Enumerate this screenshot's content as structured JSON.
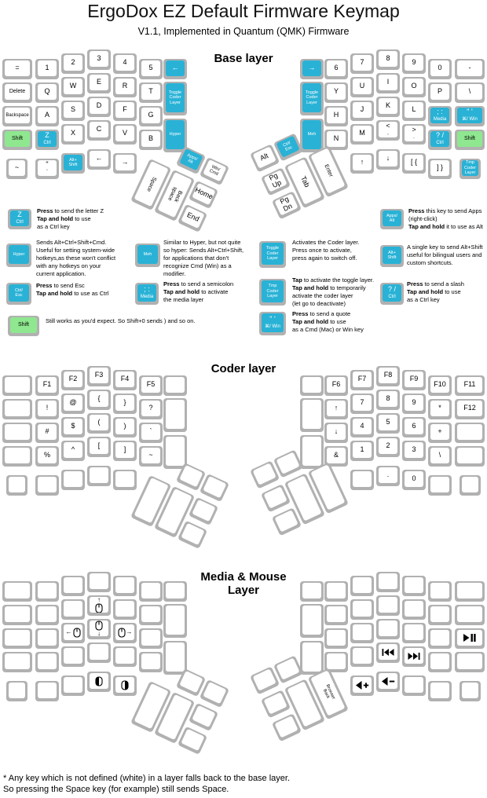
{
  "page": {
    "title": "ErgoDox EZ Default Firmware Keymap",
    "subtitle": "V1.1, Implemented in Quantum (QMK) Firmware",
    "footer_line1": "* Any key which is not defined (white) in a layer falls back to the base layer.",
    "footer_line2": "So pressing the Space key (for example) still sends Space."
  },
  "colors": {
    "special": "#29b2d6",
    "shift": "#8fe78f",
    "key_base": "#b1b1b1",
    "key_face": "#ffffff"
  },
  "layers": [
    {
      "id": "base",
      "title": "Base layer",
      "left": [
        {
          "m": "="
        },
        {
          "m": "1"
        },
        {
          "m": "2"
        },
        {
          "m": "3"
        },
        {
          "m": "4"
        },
        {
          "m": "5"
        },
        {
          "m": "←",
          "c": "blue"
        },
        {
          "m": "Delete"
        },
        {
          "m": "Q"
        },
        {
          "m": "W"
        },
        {
          "m": "E"
        },
        {
          "m": "R"
        },
        {
          "m": "T"
        },
        {
          "xs": "Toggle\nCoder\nLayer",
          "c": "blue"
        },
        {
          "m": "Backspace"
        },
        {
          "m": "A"
        },
        {
          "m": "S"
        },
        {
          "m": "D"
        },
        {
          "m": "F"
        },
        {
          "m": "G"
        },
        {
          "m": "Shift",
          "c": "green"
        },
        {
          "m": "Z",
          "s": "Ctrl",
          "c": "blue"
        },
        {
          "m": "X"
        },
        {
          "m": "C"
        },
        {
          "m": "V"
        },
        {
          "m": "B"
        },
        {
          "xs": "Hyper",
          "c": "blue"
        },
        {
          "m": "~"
        },
        {
          "m": "\"",
          "s": "'"
        },
        {
          "xs": "Alt+\nShift",
          "c": "blue"
        },
        {
          "m": "←"
        },
        {
          "m": "→"
        },
        {
          "xs": "Apps/\nAlt",
          "c": "blue"
        },
        {
          "xs": "Win/\nCmd"
        },
        {
          "m": "Space",
          "v": 1
        },
        {
          "m": "Back\nspace",
          "v": 1
        },
        {
          "m": "Home"
        },
        {
          "m": "End"
        }
      ],
      "right": [
        {
          "m": "→",
          "c": "blue"
        },
        {
          "m": "6"
        },
        {
          "m": "7"
        },
        {
          "m": "8"
        },
        {
          "m": "9"
        },
        {
          "m": "0"
        },
        {
          "m": "-"
        },
        {
          "xs": "Toggle\nCoder\nLayer",
          "c": "blue"
        },
        {
          "m": "Y"
        },
        {
          "m": "U"
        },
        {
          "m": "I"
        },
        {
          "m": "O"
        },
        {
          "m": "P"
        },
        {
          "m": "\\"
        },
        {
          "m": "H"
        },
        {
          "m": "J"
        },
        {
          "m": "K"
        },
        {
          "m": "L"
        },
        {
          "m": "; :",
          "s": "Media",
          "c": "blue"
        },
        {
          "m": "\" '",
          "s": "⌘/ Win",
          "c": "blue"
        },
        {
          "xs": "Meh",
          "c": "blue"
        },
        {
          "m": "N"
        },
        {
          "m": "M"
        },
        {
          "m": "<",
          "s": ","
        },
        {
          "m": ">",
          "s": "."
        },
        {
          "m": "? /",
          "s": "Ctrl",
          "c": "blue"
        },
        {
          "m": "Shift",
          "c": "green"
        },
        {
          "m": "↑"
        },
        {
          "m": "↓"
        },
        {
          "m": "[ {"
        },
        {
          "m": "] }"
        },
        {
          "xs": "Tmp\nCoder\nLayer",
          "c": "blue"
        },
        {
          "m": "Alt"
        },
        {
          "xs": "Ctrl/\nEsc",
          "c": "blue"
        },
        {
          "m": "Pg\nUp"
        },
        {
          "m": "Pg\nDn"
        },
        {
          "m": "Tab",
          "v": 1
        },
        {
          "m": "Enter",
          "v": 1
        }
      ]
    },
    {
      "id": "coder",
      "title": "Coder layer",
      "left": [
        {},
        {
          "m": "F1"
        },
        {
          "m": "F2"
        },
        {
          "m": "F3"
        },
        {
          "m": "F4"
        },
        {
          "m": "F5"
        },
        {},
        {},
        {
          "m": "!"
        },
        {
          "m": "@"
        },
        {
          "m": "{"
        },
        {
          "m": "}"
        },
        {
          "m": "?"
        },
        {},
        {},
        {
          "m": "#"
        },
        {
          "m": "$"
        },
        {
          "m": "("
        },
        {
          "m": ")"
        },
        {
          "m": "`"
        },
        {},
        {
          "m": "%"
        },
        {
          "m": "^"
        },
        {
          "m": "["
        },
        {
          "m": "]"
        },
        {
          "m": "~"
        },
        {},
        {},
        {},
        {},
        {},
        {},
        {},
        {},
        {},
        {},
        {},
        {}
      ],
      "right": [
        {},
        {
          "m": "F6"
        },
        {
          "m": "F7"
        },
        {
          "m": "F8"
        },
        {
          "m": "F9"
        },
        {
          "m": "F10"
        },
        {
          "m": "F11"
        },
        {},
        {
          "m": "↑"
        },
        {
          "m": "7"
        },
        {
          "m": "8"
        },
        {
          "m": "9"
        },
        {
          "m": "*"
        },
        {
          "m": "F12"
        },
        {
          "m": "↓"
        },
        {
          "m": "4"
        },
        {
          "m": "5"
        },
        {
          "m": "6"
        },
        {
          "m": "+"
        },
        {},
        {},
        {
          "m": "&"
        },
        {
          "m": "1"
        },
        {
          "m": "2"
        },
        {
          "m": "3"
        },
        {
          "m": "\\"
        },
        {},
        {},
        {
          "m": "."
        },
        {
          "m": "0"
        },
        {},
        {},
        {},
        {},
        {},
        {},
        {},
        {}
      ]
    },
    {
      "id": "media",
      "title": "Media & Mouse\nLayer",
      "left": [
        {},
        {},
        {},
        {},
        {},
        {},
        {},
        {},
        {},
        {},
        {
          "ic": "mouse-up"
        },
        {},
        {},
        {},
        {},
        {},
        {
          "ic": "mouse-left"
        },
        {
          "ic": "mouse-down"
        },
        {
          "ic": "mouse-right"
        },
        {},
        {},
        {},
        {},
        {},
        {},
        {},
        {},
        {},
        {},
        {},
        {
          "ic": "mouse-btn-left"
        },
        {
          "ic": "mouse-btn-right"
        },
        {},
        {},
        {},
        {},
        {},
        {}
      ],
      "right": [
        {},
        {},
        {},
        {},
        {},
        {},
        {},
        {},
        {},
        {},
        {},
        {},
        {},
        {},
        {},
        {},
        {},
        {},
        {},
        {
          "ic": "play-pause"
        },
        {},
        {},
        {},
        {
          "ic": "prev-track"
        },
        {
          "ic": "next-track"
        },
        {},
        {},
        {
          "ic": "vol-up"
        },
        {
          "ic": "vol-down"
        },
        {},
        {},
        {},
        {},
        {},
        {},
        {},
        {},
        {
          "xs": "Browser\nBack",
          "v": 1
        }
      ]
    }
  ],
  "legend": [
    {
      "key": {
        "m": "Z",
        "s": "Ctrl",
        "c": "blue"
      },
      "segments": [
        [
          1,
          "Press"
        ],
        [
          0,
          " to send the letter Z\n"
        ],
        [
          1,
          "Tap and hold"
        ],
        [
          0,
          " to use\nas a Ctrl key"
        ]
      ]
    },
    {
      "key": {
        "xs": "Apps/\nAlt",
        "c": "blue"
      },
      "segments": [
        [
          1,
          "Press"
        ],
        [
          0,
          " this key to send Apps\n(right-click)\n"
        ],
        [
          1,
          "Tap and hold"
        ],
        [
          0,
          " it to use as Alt"
        ]
      ]
    },
    {
      "key": {
        "xs": "Hyper",
        "c": "blue"
      },
      "segments": [
        [
          0,
          "Sends Alt+Ctrl+Shift+Cmd.\nUseful for setting system-wide\nhotkeys,as these won't conflict\nwith any hotkeys on your\ncurrent application."
        ]
      ]
    },
    {
      "key": {
        "xs": "Meh",
        "c": "blue"
      },
      "segments": [
        [
          0,
          "Similar to Hyper, but not quite\nso hyper: Sends Alt+Ctrl+Shift,\nfor applications that don't\nrecognize Cmd (Win) as a\nmodifier."
        ]
      ]
    },
    {
      "key": {
        "xs": "Toggle\nCoder\nLayer",
        "c": "blue"
      },
      "segments": [
        [
          0,
          "Activates the Coder layer.\nPress once to activate,\npress again to switch off."
        ]
      ]
    },
    {
      "key": {
        "xs": "Alt+\nShift",
        "c": "blue"
      },
      "segments": [
        [
          0,
          "A single key to send Alt+Shift\nuseful for bilingual users and\ncustom shortcuts."
        ]
      ]
    },
    {
      "key": {
        "xs": "Ctrl/\nEsc",
        "c": "blue"
      },
      "segments": [
        [
          1,
          "Press"
        ],
        [
          0,
          " to send Esc\n"
        ],
        [
          1,
          "Tap and hold"
        ],
        [
          0,
          " to use as Ctrl"
        ]
      ]
    },
    {
      "key": {
        "m": "; :",
        "s": "Media",
        "c": "blue"
      },
      "segments": [
        [
          1,
          "Press"
        ],
        [
          0,
          " to send a semicolon\n"
        ],
        [
          1,
          "Tap and hold"
        ],
        [
          0,
          " to activate\nthe media layer"
        ]
      ]
    },
    {
      "key": {
        "xs": "Tmp\nCoder\nLayer",
        "c": "blue"
      },
      "segments": [
        [
          1,
          "Tap"
        ],
        [
          0,
          " to activate the toggle layer.\n"
        ],
        [
          1,
          "Tap and hold"
        ],
        [
          0,
          " to temporarily\nactivate the coder layer\n(let go to deactivate)"
        ]
      ]
    },
    {
      "key": {
        "m": "? /",
        "s": "Ctrl",
        "c": "blue"
      },
      "segments": [
        [
          1,
          "Press"
        ],
        [
          0,
          " to send a slash\n"
        ],
        [
          1,
          "Tap and hold"
        ],
        [
          0,
          " to use\nas a Ctrl key"
        ]
      ]
    },
    {
      "key": {
        "m": "Shift",
        "c": "green"
      },
      "segments": [
        [
          0,
          "Still works as you'd expect. So Shift+0 sends ) and so on."
        ]
      ]
    },
    {
      "key": {
        "m": "\" '",
        "s": "⌘/ Win",
        "c": "blue"
      },
      "segments": [
        [
          1,
          "Press"
        ],
        [
          0,
          " to send a quote\n"
        ],
        [
          1,
          "Tap and hold"
        ],
        [
          0,
          " to use\nas a Cmd (Mac) or Win key"
        ]
      ]
    }
  ]
}
